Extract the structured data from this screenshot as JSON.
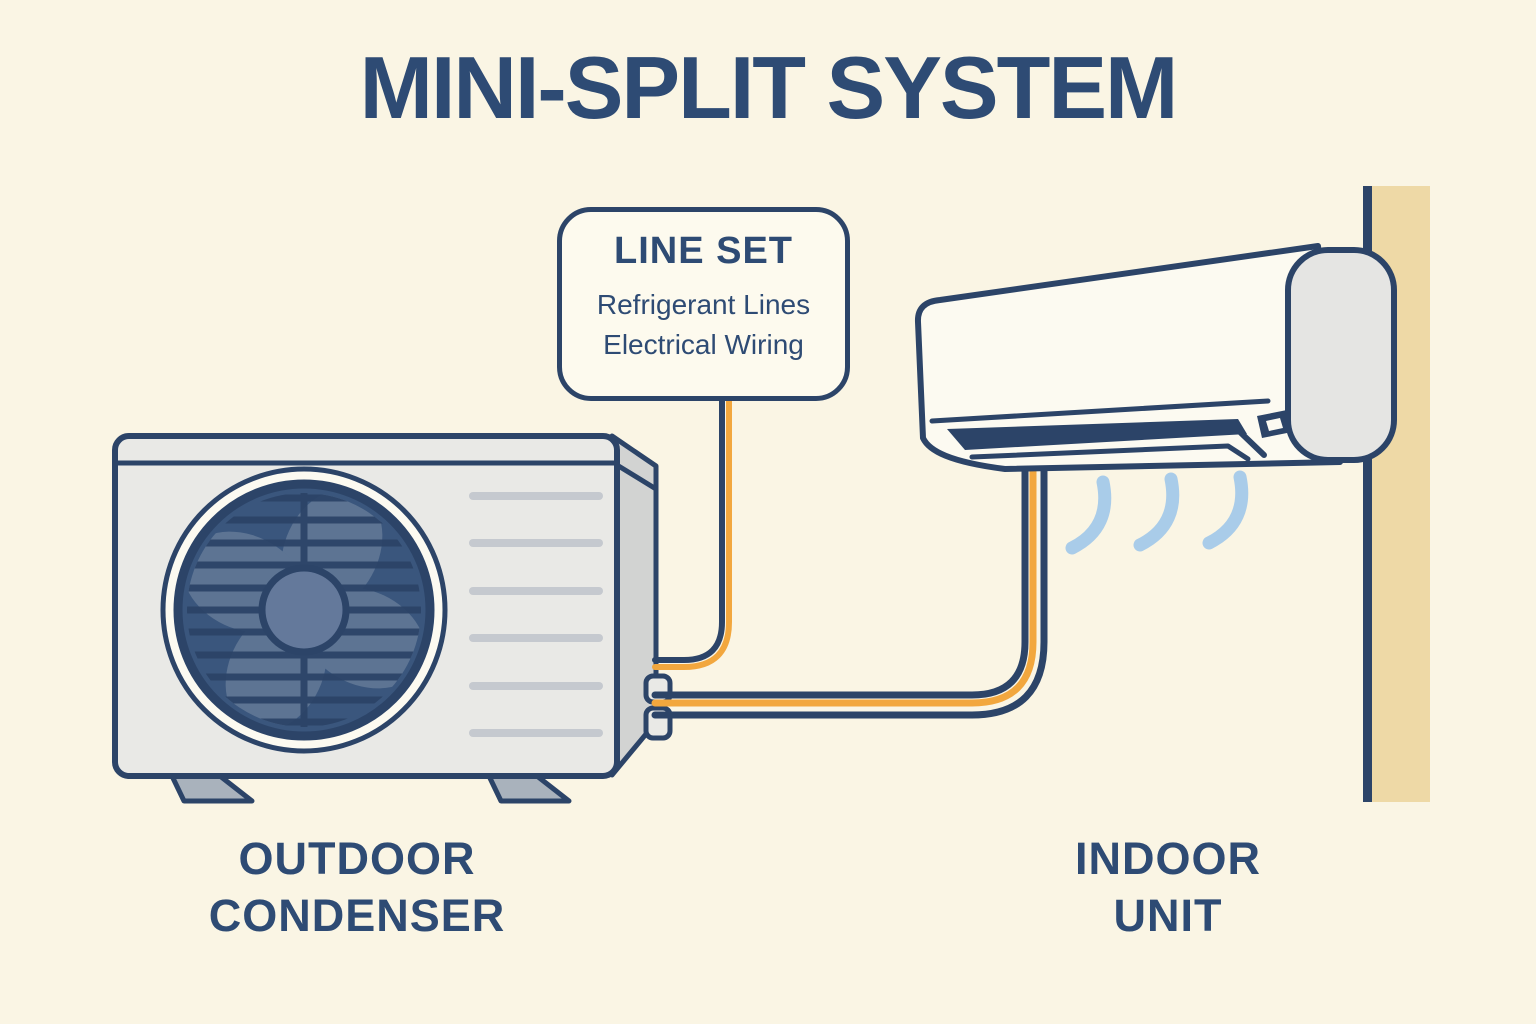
{
  "title": "MINI-SPLIT SYSTEM",
  "callout": {
    "title": "LINE SET",
    "lines": [
      "Refrigerant Lines",
      "Electrical Wiring"
    ]
  },
  "labels": {
    "outdoor": [
      "OUTDOOR",
      "CONDENSER"
    ],
    "indoor": [
      "INDOOR",
      "UNIT"
    ]
  },
  "illustration": {
    "parts": [
      "outdoor-condenser-illustration",
      "condenser-fan-icon",
      "indoor-unit-illustration",
      "wall",
      "line-set-pipes",
      "airflow-icon"
    ]
  },
  "colors": {
    "c-bg": "#faf5e4",
    "c-ink": "#2e4b74",
    "c-navy": "#2c4468",
    "c-orange": "#f2a73e",
    "c-wall": "#eed9a6",
    "c-air": "#a9cce9",
    "c-body": "#e9e9e6",
    "c-side": "#d2d3d2",
    "c-cap": "#e5e5e3",
    "c-slat": "#c5c9cf",
    "c-fanbg": "#3a567d",
    "c-blade": "#5d7493",
    "c-hub": "#64799b",
    "c-white": "#fcfaf1",
    "c-boxbg": "#fdfaee",
    "c-feet": "#a9b2bc"
  }
}
